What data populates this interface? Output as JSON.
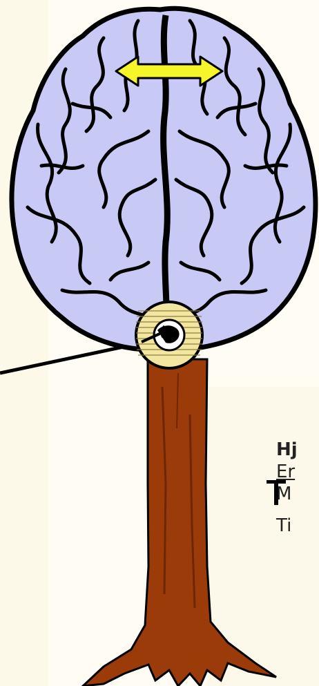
{
  "captions": {
    "line1": "Hj",
    "line2": "Er",
    "line3": "M",
    "line4": "Ti"
  },
  "colors": {
    "brain_fill": "#c9c9f6",
    "brain_outline": "#000000",
    "trunk": "#9b3b0a",
    "arrow": "#f5f52a",
    "lens": "#f2e6a0"
  },
  "icons": {
    "brain": "brain-icon",
    "arrow": "double-arrow-icon",
    "lens": "magnifier-lens-icon",
    "trunk": "tree-trunk-icon"
  }
}
